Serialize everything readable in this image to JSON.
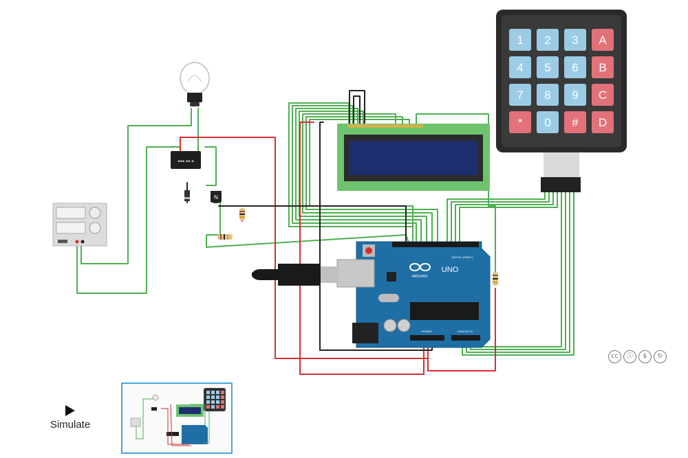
{
  "keypad": {
    "keys": [
      "1",
      "2",
      "3",
      "A",
      "4",
      "5",
      "6",
      "B",
      "7",
      "8",
      "9",
      "C",
      "*",
      "0",
      "#",
      "D"
    ]
  },
  "transistor": {
    "label": "N"
  },
  "arduino": {
    "model_label": "UNO",
    "brand_label": "ARDUINO",
    "digital_label": "DIGITAL (PWM~)",
    "power_label": "POWER",
    "analog_label": "ANALOG IN"
  },
  "simulate": {
    "label": "Simulate"
  },
  "license": {
    "icons": [
      "cc",
      "ⓘ",
      "$",
      "↻"
    ]
  },
  "colors": {
    "wire_green": "#4caf50",
    "wire_red": "#d32f2f",
    "wire_black": "#222222",
    "arduino_blue": "#1f6fa6",
    "lcd_green": "#6ec36e",
    "lcd_screen": "#1d2f6e",
    "key_blue": "#9ccbe6",
    "key_red": "#e3717a",
    "thumbnail_border": "#4aa3df"
  }
}
